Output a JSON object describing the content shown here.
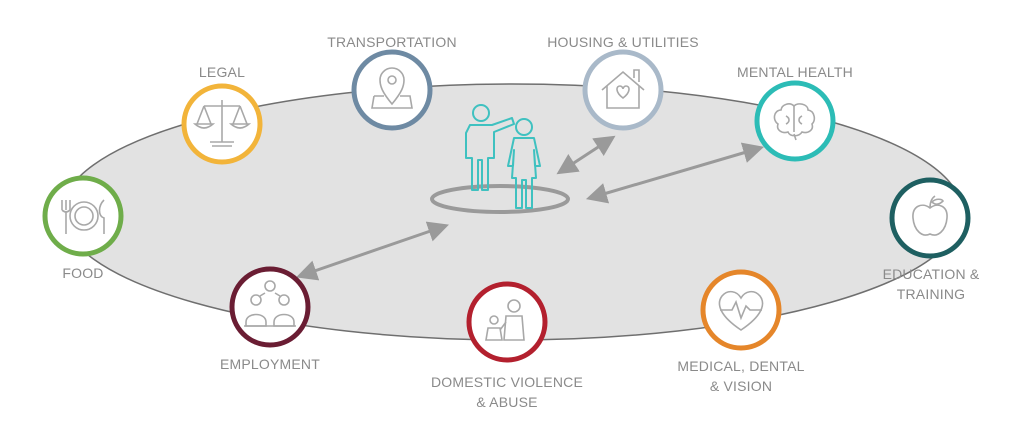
{
  "colors": {
    "ellipse_fill": "#e2e2e2",
    "ellipse_stroke": "#6f6f6f",
    "arrow": "#9a9a9a",
    "icon_line": "#a8a8a8",
    "people": "#3fc1c0",
    "label": "#8a8a8a"
  },
  "center": {
    "icon": "people-pointing-icon"
  },
  "categories": [
    {
      "id": "legal",
      "label": "LEGAL",
      "color": "#f2b43a",
      "icon": "scales-icon"
    },
    {
      "id": "transportation",
      "label": "TRANSPORTATION",
      "color": "#6e8aa3",
      "icon": "map-pin-icon"
    },
    {
      "id": "housing",
      "label": "HOUSING & UTILITIES",
      "color": "#a9b9c9",
      "icon": "house-heart-icon"
    },
    {
      "id": "mental",
      "label": "MENTAL HEALTH",
      "color": "#2cbcb6",
      "icon": "brain-icon"
    },
    {
      "id": "food",
      "label": "FOOD",
      "color": "#6fad4a",
      "icon": "plate-utensils-icon"
    },
    {
      "id": "education",
      "label_lines": [
        "EDUCATION &",
        "TRAINING"
      ],
      "color": "#1e5f61",
      "icon": "apple-icon"
    },
    {
      "id": "employment",
      "label": "EMPLOYMENT",
      "color": "#6a1d33",
      "icon": "team-meeting-icon"
    },
    {
      "id": "domestic",
      "label_lines": [
        "DOMESTIC VIOLENCE",
        "& ABUSE"
      ],
      "color": "#b3202e",
      "icon": "family-icon"
    },
    {
      "id": "medical",
      "label_lines": [
        "MEDICAL, DENTAL",
        "& VISION"
      ],
      "color": "#e5862a",
      "icon": "heartbeat-icon"
    }
  ]
}
